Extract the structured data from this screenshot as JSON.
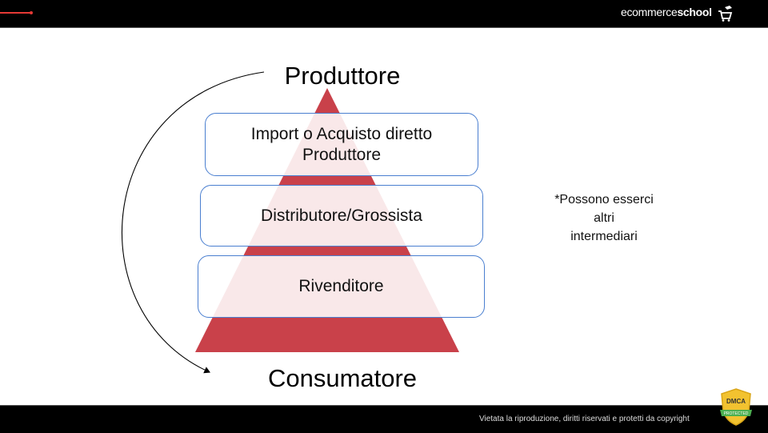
{
  "header": {
    "brand_light": "ecommerce",
    "brand_bold": "school"
  },
  "diagram": {
    "top_label": "Produttore",
    "bottom_label": "Consumatore",
    "levels": [
      {
        "line1": "Import o Acquisto diretto",
        "line2": "Produttore"
      },
      {
        "line1": "Distributore/Grossista"
      },
      {
        "line1": "Rivenditore"
      }
    ],
    "note": [
      "*Possono esserci",
      "altri",
      "intermediari"
    ],
    "colors": {
      "pyramid": "#c9414a",
      "box_border": "#4a7fd0"
    }
  },
  "footer": {
    "copyright": "Vietata la riproduzione, diritti riservati e protetti da copyright",
    "badge_top": "DMCA",
    "badge_ribbon": "PROTECTED"
  }
}
